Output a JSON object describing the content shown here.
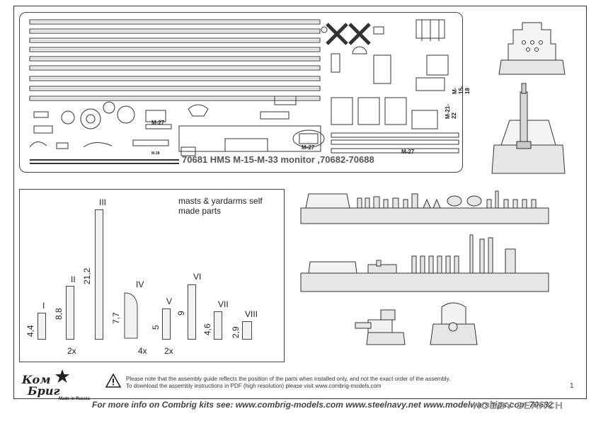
{
  "fret": {
    "label": "70681 HMS M-15-M-33 monitor ,70682-70688",
    "markings": [
      "M-27",
      "M-27",
      "M-27",
      "M-21-22",
      "M-15-18",
      "M-28"
    ]
  },
  "masts": {
    "title": "masts & yardarms self made parts",
    "parts": [
      {
        "roman": "I",
        "dim": "4,4",
        "qty": ""
      },
      {
        "roman": "II",
        "dim": "8,8",
        "qty": "2x"
      },
      {
        "roman": "III",
        "dim": "21,2",
        "qty": ""
      },
      {
        "roman": "IV",
        "dim": "7,7",
        "qty": "4x"
      },
      {
        "roman": "V",
        "dim": "5",
        "qty": "2x"
      },
      {
        "roman": "VI",
        "dim": "9",
        "qty": ""
      },
      {
        "roman": "VII",
        "dim": "4,6",
        "qty": ""
      },
      {
        "roman": "VIII",
        "dim": "2,9",
        "qty": ""
      }
    ]
  },
  "notice": {
    "line1": "Please note that the assembly guide reflects the position of the parts when installed only, and not the exact order of the assembly.",
    "line2": "To download the assembly instructions in PDF (high resolution) please visit www.combrig-models.com"
  },
  "page_number": "1",
  "logo": {
    "line1": "Ком",
    "line2": "Бриг",
    "made": "Made in Russia"
  },
  "footer": "For more info on Combrig kits see: www.combrig-models.com www.steelnavy.net www.modelwarships.com 70682",
  "watermark": "HOBBY SEARCH",
  "colors": {
    "line": "#333333",
    "part_fill": "#dcdcdc",
    "resin": "#e6e6e6"
  }
}
